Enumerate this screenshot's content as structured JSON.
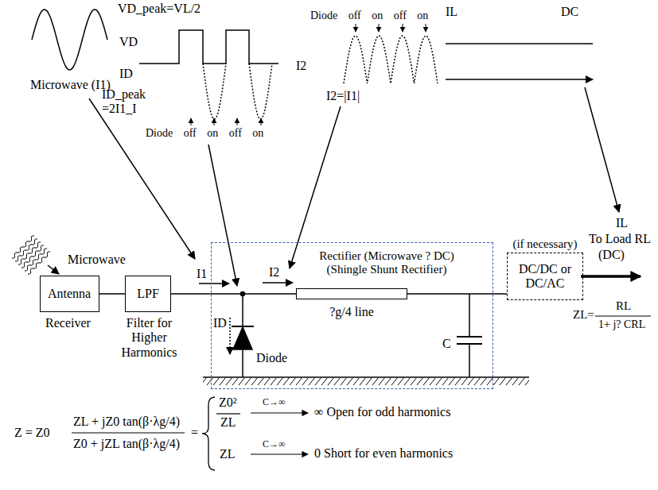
{
  "diagram": {
    "nodes": [
      {
        "text": [
          "Antenna"
        ]
      },
      {
        "text": [
          "LPF"
        ]
      },
      {
        "text": [
          "Rectifier (Microwave ? DC) (Shingle Shunt Rectifier)"
        ]
      },
      {
        "text": [
          "?g/4 line"
        ],
        "in": 2
      },
      {
        "text": [
          "(if necessary)",
          "DC/DC or DC/AC"
        ]
      }
    ],
    "edges": [
      {
        "from": 0,
        "to": 1,
        "arrow": "none"
      },
      {
        "from": 1,
        "to": 2,
        "arrow": "none"
      },
      {
        "from": 2,
        "to": 4,
        "arrow": "none"
      }
    ],
    "labels": [
      "Microwave (I1)",
      "VD_peak=VL/2",
      "VD",
      "ID",
      "ID_peak =2I1_I",
      "Diode off on off on",
      "Diode off on off on",
      "I2",
      "I2=|I1|",
      "IL",
      "DC",
      "Microwave",
      "Receiver",
      "Filter for Higher Harmonics",
      "I1",
      "I2",
      "ID",
      "Diode",
      "C",
      "IL",
      "To Load RL",
      "(DC)",
      "ZL=",
      "RL",
      "1+ j? CRL",
      "Z = Z0",
      "ZL + jZ0 tan(β·λg/4)",
      "Z0 + jZL tan(β·λg/4)",
      "=",
      "Z0²",
      "ZL",
      "C→∞",
      "∞ Open for odd harmonics",
      "ZL",
      "C→∞",
      "0 Short for even harmonics"
    ]
  }
}
